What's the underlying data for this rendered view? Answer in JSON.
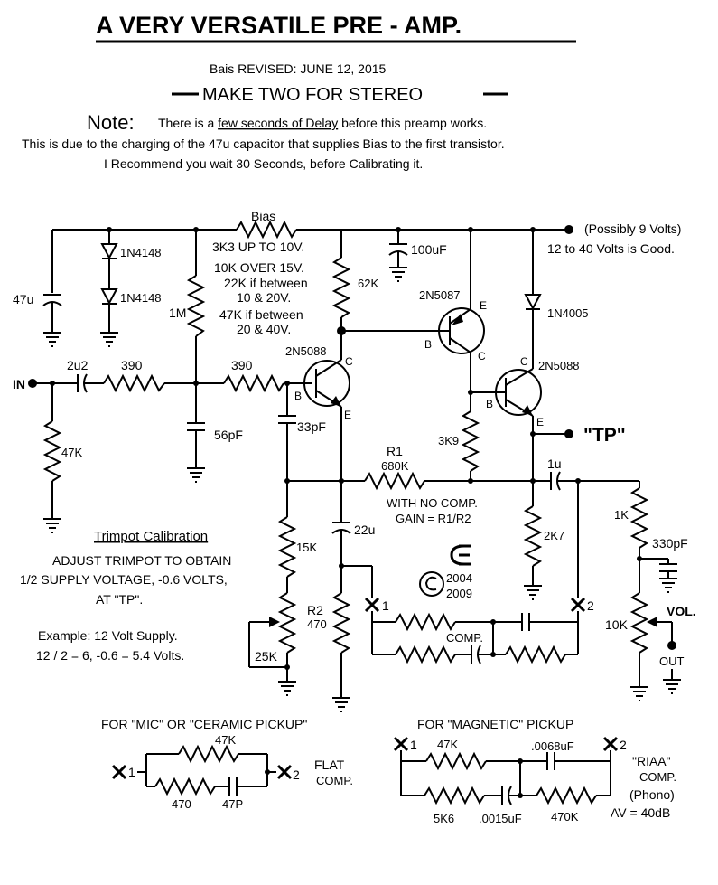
{
  "header": {
    "title": "A VERY VERSATILE  PRE - AMP.",
    "revised": "Bais REVISED:  JUNE  12, 2015",
    "stereo": "MAKE TWO FOR STEREO",
    "note_label": "Note:",
    "note_line1_pre": "There is a ",
    "note_line1_underlined": "few seconds of Delay",
    "note_line1_post": " before this preamp works.",
    "note_line2": "This is due to the charging of the 47u capacitor that supplies Bias to the first transistor.",
    "note_line3": "I Recommend you wait 30 Seconds, before Calibrating it."
  },
  "supply": {
    "note1": "(Possibly 9 Volts)",
    "note2": "12 to 40 Volts is Good."
  },
  "bias": {
    "label": "Bias",
    "lines": [
      "3K3 UP TO 10V.",
      "10K OVER 15V.",
      "22K if between",
      "10 & 20V.",
      "47K if between",
      "20 & 40V."
    ]
  },
  "components": {
    "c_47u": "47u",
    "d1": "1N4148",
    "d2": "1N4148",
    "r_1m": "1M",
    "in_label": "IN",
    "c_2u2": "2u2",
    "r_390a": "390",
    "r_390b": "390",
    "r_47k": "47K",
    "c_56pf": "56pF",
    "c_33pf": "33pF",
    "q1": "2N5088",
    "r_62k": "62K",
    "c_100uf": "100uF",
    "q2": "2N5087",
    "d3": "1N4005",
    "q3": "2N5088",
    "r_3k9": "3K9",
    "tp": "\"TP\"",
    "r1": "R1",
    "r1_val": "680K",
    "c_1u": "1u",
    "r_1k": "1K",
    "gain_note1": "WITH NO COMP.",
    "gain_note2": "GAIN = R1/R2",
    "r_15k": "15K",
    "c_22u": "22u",
    "r2": "R2",
    "r2_val": "470",
    "r_2k7": "2K7",
    "c_330pf": "330pF",
    "vol": "VOL.",
    "pot_10k": "10K",
    "out": "OUT",
    "pot_25k": "25K",
    "x1": "1",
    "x2": "2",
    "comp": "COMP.",
    "logo_year1": "2004",
    "logo_year2": "2009"
  },
  "calibration": {
    "title": "Trimpot Calibration",
    "line1": "ADJUST TRIMPOT TO OBTAIN",
    "line2": "1/2 SUPPLY VOLTAGE, -0.6 VOLTS,",
    "line3": "AT \"TP\".",
    "example1": "Example: 12 Volt Supply.",
    "example2": "12 / 2 = 6, -0.6 = 5.4 Volts."
  },
  "flat_comp": {
    "title": "FOR \"MIC\"  OR \"CERAMIC PICKUP\"",
    "r_top": "47K",
    "r_bot": "470",
    "c_bot": "47P",
    "label1": "FLAT",
    "label2": "COMP.",
    "x1": "1",
    "x2": "2"
  },
  "riaa_comp": {
    "title": "FOR \"MAGNETIC\" PICKUP",
    "r_top": "47K",
    "c_top": ".0068uF",
    "r_bot1": "5K6",
    "c_bot": ".0015uF",
    "r_bot2": "470K",
    "label1": "\"RIAA\"",
    "label2": "COMP.",
    "label3": "(Phono)",
    "label4": "AV = 40dB",
    "x1": "1",
    "x2": "2"
  }
}
